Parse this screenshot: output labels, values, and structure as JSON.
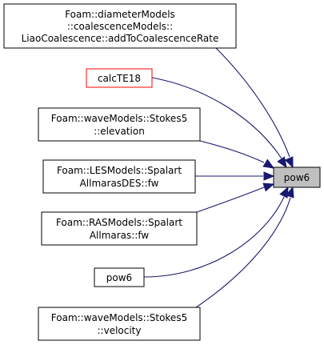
{
  "graph": {
    "target": {
      "label": "pow6"
    },
    "callers": [
      {
        "lines": [
          "Foam::diameterModels",
          "::coalescenceModels::",
          "LiaoCoalescence::addToCoalescenceRate"
        ],
        "highlight": false
      },
      {
        "lines": [
          "calcTE18"
        ],
        "highlight": true
      },
      {
        "lines": [
          "Foam::waveModels::Stokes5",
          "::elevation"
        ],
        "highlight": false
      },
      {
        "lines": [
          "Foam::LESModels::Spalart",
          "AllmarasDES::fw"
        ],
        "highlight": false
      },
      {
        "lines": [
          "Foam::RASModels::Spalart",
          "Allmaras::fw"
        ],
        "highlight": false
      },
      {
        "lines": [
          "pow6"
        ],
        "highlight": false
      },
      {
        "lines": [
          "Foam::waveModels::Stokes5",
          "::velocity"
        ],
        "highlight": false
      }
    ],
    "colors": {
      "edge": "#191970",
      "highlight_border": "#ff0000",
      "target_fill": "#bfbfbf"
    }
  }
}
